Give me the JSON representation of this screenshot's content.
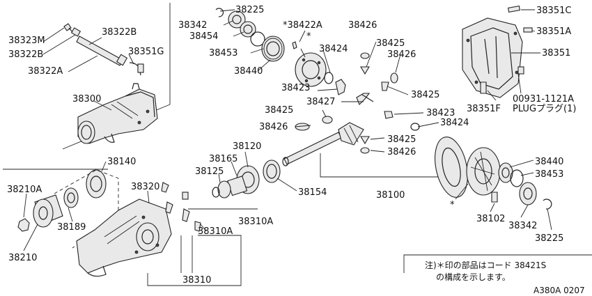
{
  "labels": {
    "l38225a": "38225",
    "l38342a": "38342",
    "l38422a": "*38422A",
    "l38454": "38454",
    "star1": "*",
    "l38426a": "38426",
    "l38425a": "38425",
    "l38426b": "38426",
    "l38453a": "38453",
    "l38424a": "38424",
    "l38440a": "38440",
    "l38423a": "38423",
    "l38425b": "38425",
    "l38427": "38427",
    "l38425c": "38425",
    "l38423b": "38423",
    "l38426c": "38426",
    "l38424b": "38424",
    "l38425d": "38425",
    "l38426d": "38426",
    "l38323m": "38323M",
    "l38322b1": "38322B",
    "l38322b2": "38322B",
    "l38351g": "38351G",
    "l38322a": "38322A",
    "l38300": "38300",
    "l38351c": "38351C",
    "l38351a": "38351A",
    "l38351": "38351",
    "l38351f": "38351F",
    "l00931": "00931-1121A",
    "lplug": "PLUGプラグ(1)",
    "l38140": "38140",
    "l38210a": "38210A",
    "l38189": "38189",
    "l38210": "38210",
    "l38320": "38320",
    "l38120": "38120",
    "l38165": "38165",
    "l38125": "38125",
    "l38154": "38154",
    "l38100": "38100",
    "l38310a1": "38310A",
    "l38310a2": "38310A",
    "l38310": "38310",
    "l38440b": "38440",
    "l38453b": "38453",
    "star2": "*",
    "l38102": "38102",
    "l38342b": "38342",
    "l38225b": "38225"
  },
  "note": {
    "line1": "注)＊印の部品はコード 38421S",
    "line2": "の構成を示します。"
  },
  "diagram_code": "A380A 0207"
}
